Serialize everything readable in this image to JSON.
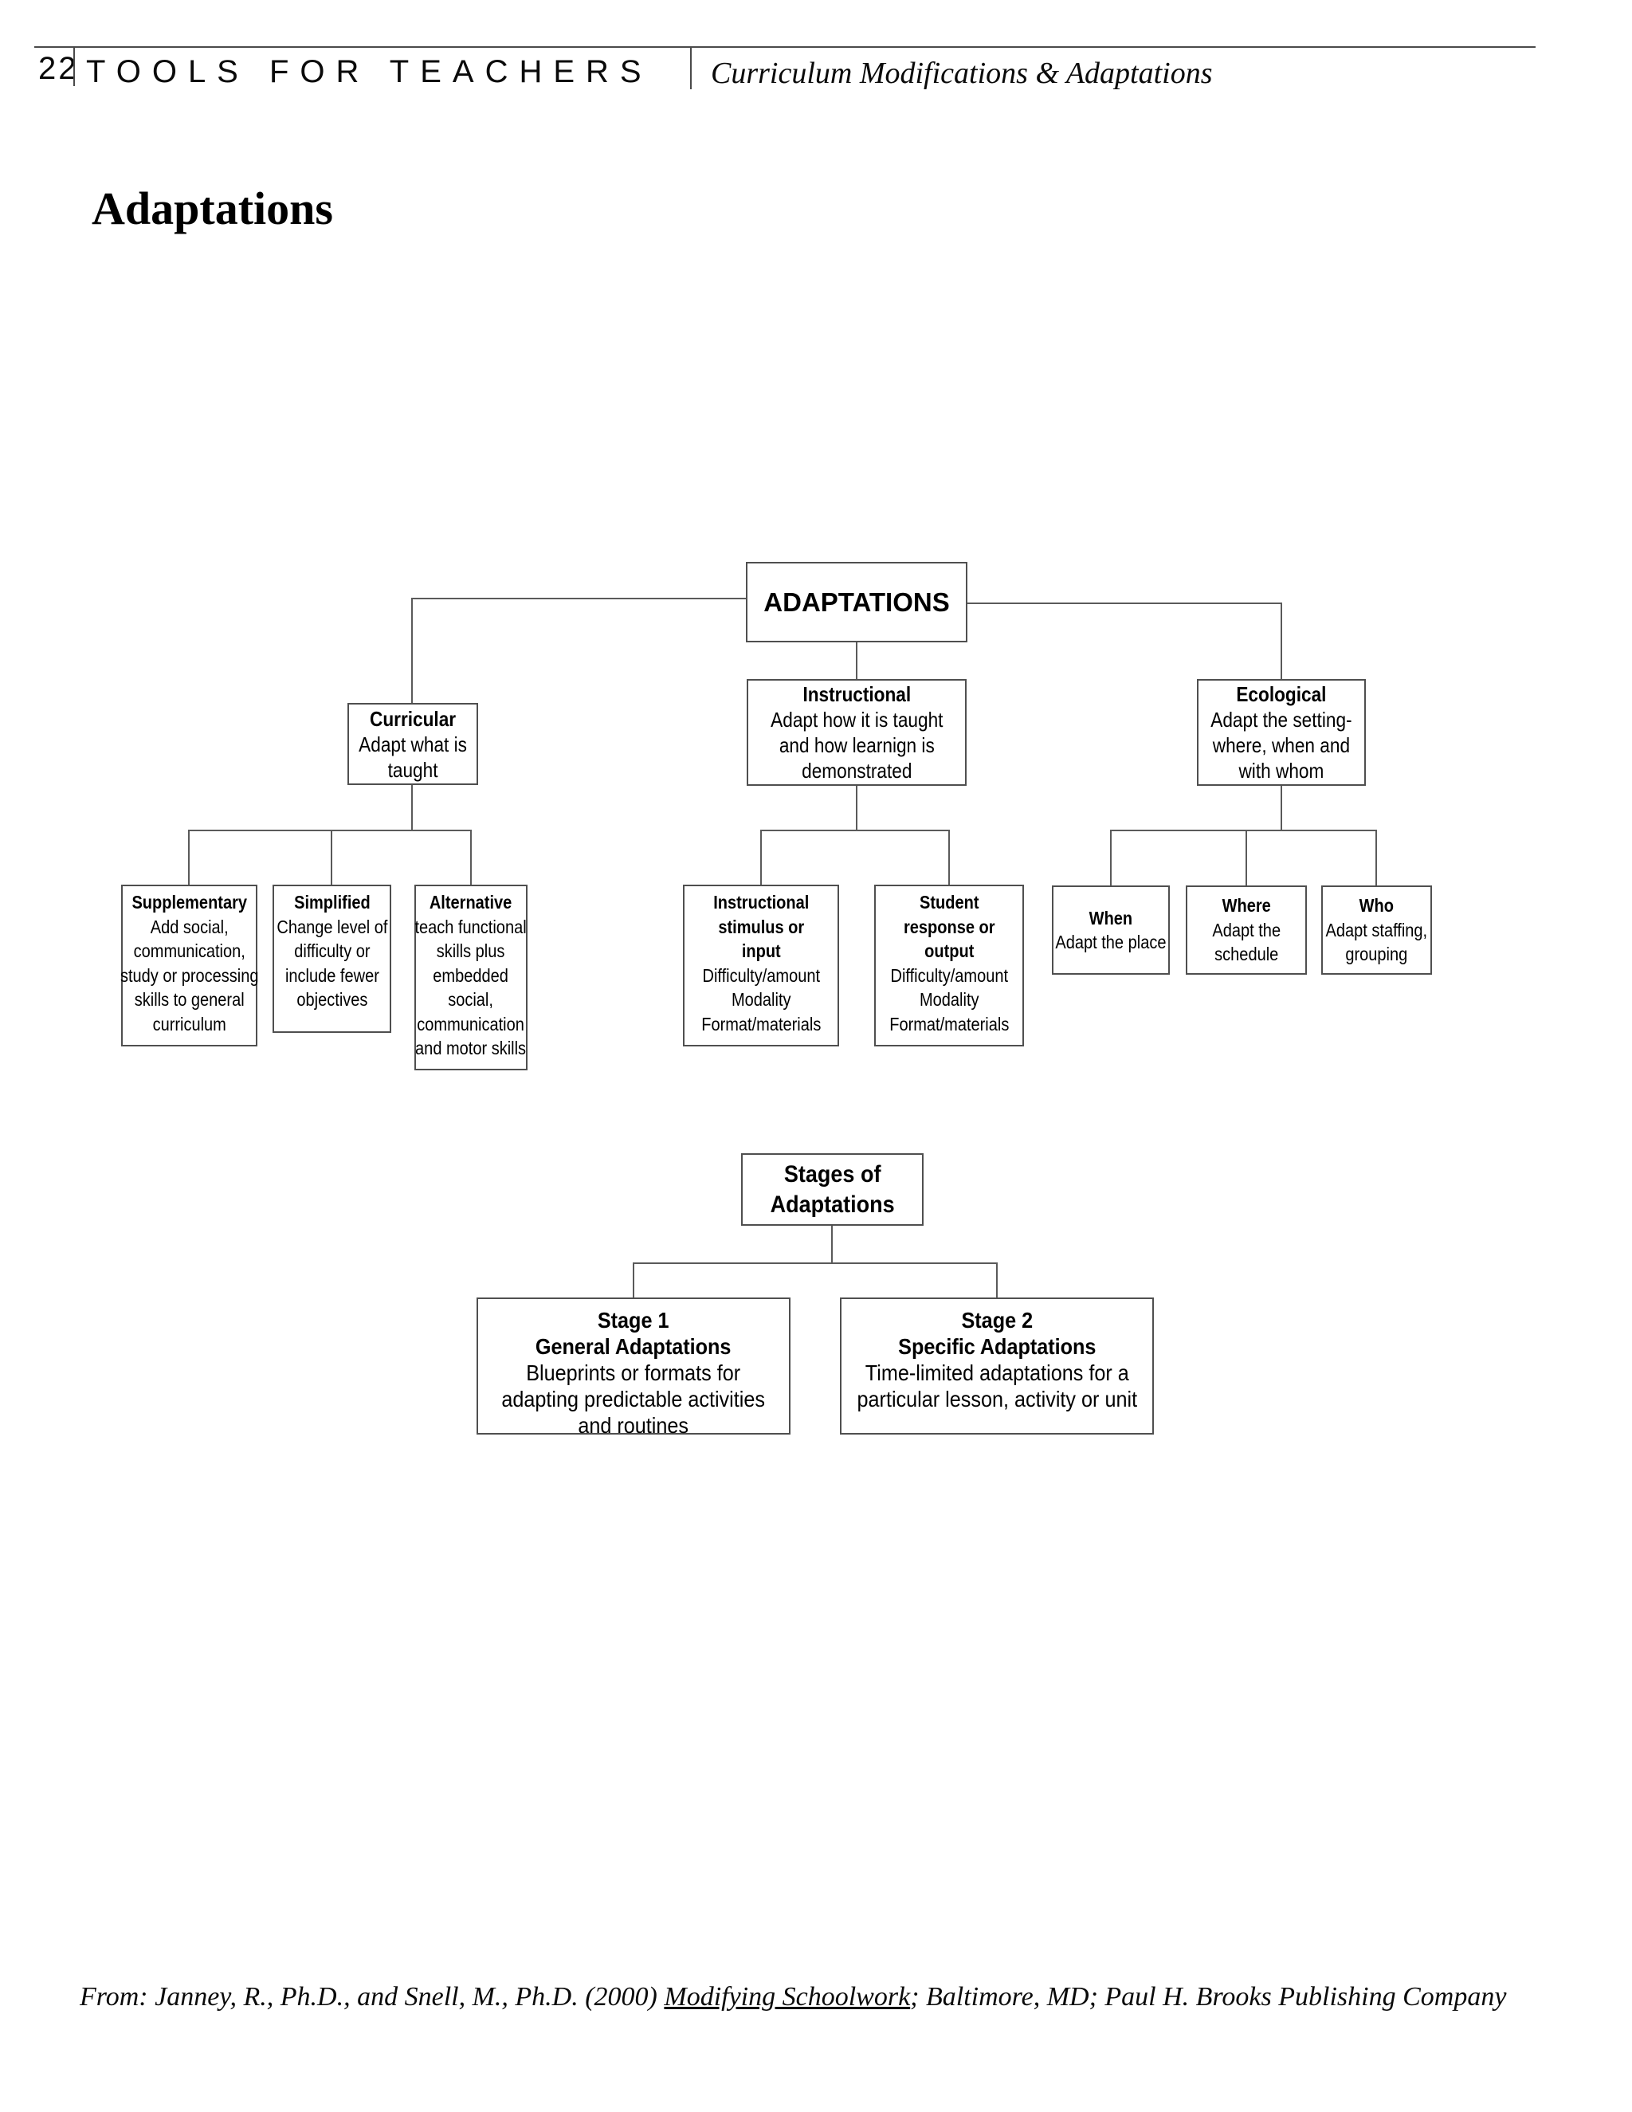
{
  "header": {
    "page_number": "22",
    "book_title": "TOOLS FOR TEACHERS",
    "chapter_title": "Curriculum Modifications & Adaptations"
  },
  "page_title": "Adaptations",
  "diagram": {
    "root_title": "ADAPTATIONS",
    "level2": [
      {
        "title": "Curricular",
        "body": "Adapt what is\ntaught"
      },
      {
        "title": "Instructional",
        "body": "Adapt how it is taught\nand how learnign is\ndemonstrated"
      },
      {
        "title": "Ecological",
        "body": "Adapt the setting-\nwhere, when and\nwith whom"
      }
    ],
    "level3": [
      {
        "title": "Supplementary",
        "body": "Add social,\ncommunication,\nstudy or processing\nskills to general\ncurriculum"
      },
      {
        "title": "Simplified",
        "body": "Change level of\ndifficulty or\ninclude fewer\nobjectives"
      },
      {
        "title": "Alternative",
        "body": "teach functional\nskills plus\nembedded\nsocial,\ncommunication\nand motor skills"
      },
      {
        "title": "Instructional\nstimulus or\ninput",
        "body": "Difficulty/amount\nModality\nFormat/materials"
      },
      {
        "title": "Student\nresponse or\noutput",
        "body": "Difficulty/amount\nModality\nFormat/materials"
      },
      {
        "title": "When",
        "body": "Adapt the place"
      },
      {
        "title": "Where",
        "body": "Adapt the\nschedule"
      },
      {
        "title": "Who",
        "body": "Adapt staffing,\ngrouping"
      }
    ]
  },
  "stages": {
    "root_title": "Stages of\nAdaptations",
    "items": [
      {
        "stage": "Stage 1",
        "name": "General Adaptations",
        "body": "Blueprints or formats for\nadapting predictable activities\nand routines"
      },
      {
        "stage": "Stage 2",
        "name": "Specific Adaptations",
        "body": "Time-limited adaptations for a\nparticular lesson, activity or unit"
      }
    ]
  },
  "footer": {
    "prefix": "From: Janney, R., Ph.D., and Snell, M., Ph.D. (2000) ",
    "underlined_title": "Modifying Schoolwork",
    "suffix": "; Baltimore, MD; Paul H. Brooks Publishing Company"
  }
}
